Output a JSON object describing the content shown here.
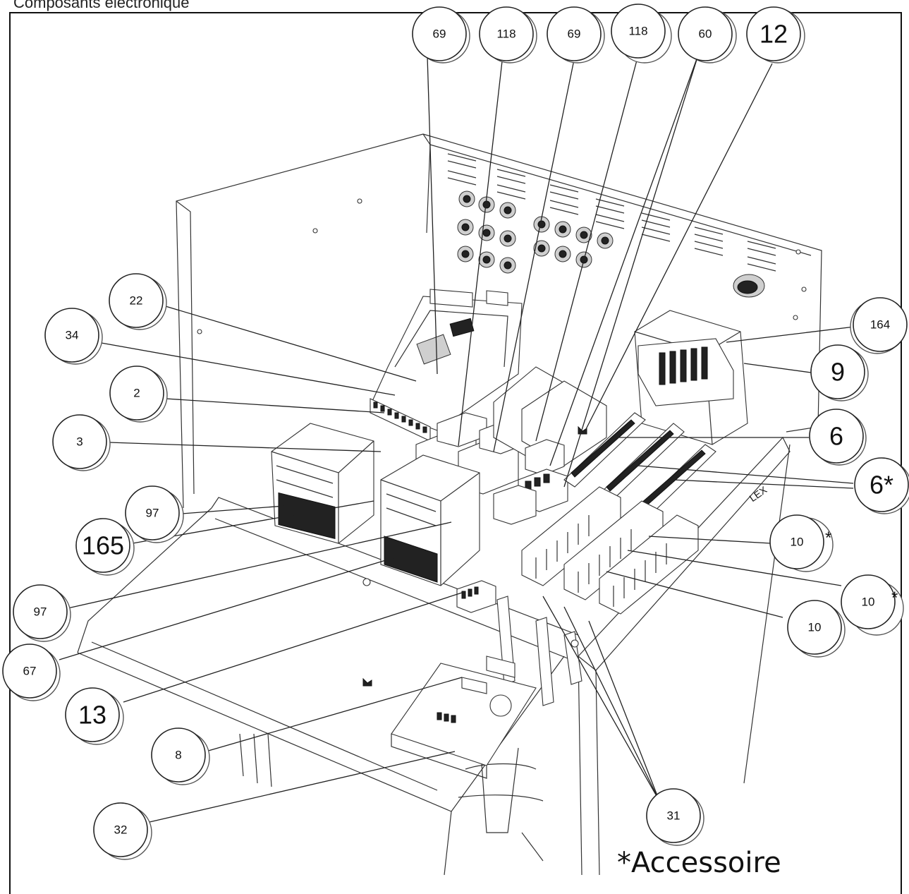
{
  "title": "Composants électronique",
  "footnote": "*Accessoire",
  "callouts": [
    {
      "id": "c69a",
      "label": "69"
    },
    {
      "id": "c118a",
      "label": "118"
    },
    {
      "id": "c69b",
      "label": "69"
    },
    {
      "id": "c118b",
      "label": "118"
    },
    {
      "id": "c60",
      "label": "60"
    },
    {
      "id": "c12",
      "label": "12"
    },
    {
      "id": "c22",
      "label": "22"
    },
    {
      "id": "c34",
      "label": "34"
    },
    {
      "id": "c2",
      "label": "2"
    },
    {
      "id": "c3",
      "label": "3"
    },
    {
      "id": "c97a",
      "label": "97"
    },
    {
      "id": "c165",
      "label": "165"
    },
    {
      "id": "c97b",
      "label": "97"
    },
    {
      "id": "c67",
      "label": "67"
    },
    {
      "id": "c13",
      "label": "13"
    },
    {
      "id": "c8",
      "label": "8"
    },
    {
      "id": "c32",
      "label": "32"
    },
    {
      "id": "c164",
      "label": "164"
    },
    {
      "id": "c9",
      "label": "9"
    },
    {
      "id": "c6",
      "label": "6"
    },
    {
      "id": "c6s",
      "label": "6*"
    },
    {
      "id": "c10a",
      "label": "10"
    },
    {
      "id": "c10b",
      "label": "10"
    },
    {
      "id": "c10c",
      "label": "10"
    },
    {
      "id": "c31",
      "label": "31"
    }
  ],
  "asterisk": "*",
  "cabinet_mark": "LEX"
}
